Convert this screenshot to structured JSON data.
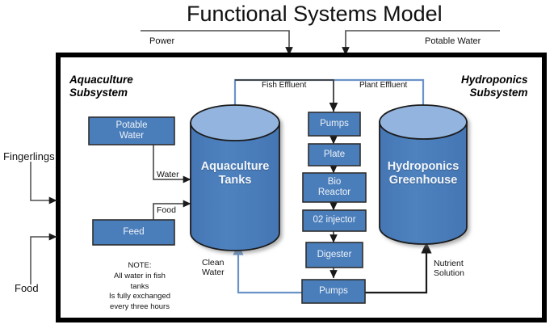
{
  "title": "Functional Systems Model",
  "colors": {
    "box_fill": "#4a7ebb",
    "box_stroke": "#2f2f2f",
    "cylinder_body": "#4a7ebb",
    "cylinder_top": "#92b4de",
    "cylinder_stroke": "#1a1a1a",
    "frame": "#000000",
    "arrow_black": "#1a1a1a",
    "arrow_blue": "#4a7ebb",
    "text_light": "#eef2f8",
    "text_dark": "#111111"
  },
  "external_inputs": [
    {
      "label": "Power",
      "name": "power-input-label"
    },
    {
      "label": "Potable Water",
      "name": "potable-water-input-label"
    },
    {
      "label": "Fingerlings",
      "name": "fingerlings-input-label"
    },
    {
      "label": "Food",
      "name": "food-input-label"
    }
  ],
  "subsystems": [
    {
      "label": "Aquaculture\nSubsystem",
      "name": "aquaculture-subsystem-label"
    },
    {
      "label": "Hydroponics\nSubsystem",
      "name": "hydroponics-subsystem-label"
    }
  ],
  "cylinders": [
    {
      "label": "Aquaculture\nTanks",
      "name": "aquaculture-tanks-node"
    },
    {
      "label": "Hydroponics\nGreenhouse",
      "name": "hydroponics-greenhouse-node"
    }
  ],
  "boxes": [
    {
      "label": "Potable\nWater",
      "name": "potable-water-box"
    },
    {
      "label": "Feed",
      "name": "feed-box"
    },
    {
      "label": "Pumps",
      "name": "pumps-top-box"
    },
    {
      "label": "Plate",
      "name": "plate-box"
    },
    {
      "label": "Bio\nReactor",
      "name": "bio-reactor-box"
    },
    {
      "label": "02 injector",
      "name": "o2-injector-box"
    },
    {
      "label": "Digester",
      "name": "digester-box"
    },
    {
      "label": "Pumps",
      "name": "pumps-bottom-box"
    }
  ],
  "flow_labels": [
    {
      "label": "Fish Effluent",
      "name": "fish-effluent-label"
    },
    {
      "label": "Plant Effluent",
      "name": "plant-effluent-label"
    },
    {
      "label": "Water",
      "name": "water-flow-label"
    },
    {
      "label": "Food",
      "name": "food-flow-label"
    },
    {
      "label": "Clean\nWater",
      "name": "clean-water-label"
    },
    {
      "label": "Nutrient\nSolution",
      "name": "nutrient-solution-label"
    }
  ],
  "note": "NOTE:\nAll water in fish\ntanks\nIs fully exchanged\nevery three hours",
  "chart_data": {
    "type": "diagram",
    "title": "Functional Systems Model",
    "nodes": [
      "Potable Water",
      "Feed",
      "Aquaculture Tanks",
      "Pumps",
      "Plate",
      "Bio Reactor",
      "02 injector",
      "Digester",
      "Pumps",
      "Hydroponics Greenhouse"
    ],
    "edges": [
      {
        "from": "Power",
        "to": "System",
        "label": "Power"
      },
      {
        "from": "Potable Water (external)",
        "to": "System",
        "label": "Potable Water"
      },
      {
        "from": "Fingerlings",
        "to": "Aquaculture Subsystem",
        "label": "Fingerlings"
      },
      {
        "from": "Food",
        "to": "Aquaculture Subsystem",
        "label": "Food"
      },
      {
        "from": "Potable Water",
        "to": "Aquaculture Tanks",
        "label": "Water"
      },
      {
        "from": "Feed",
        "to": "Aquaculture Tanks",
        "label": "Food"
      },
      {
        "from": "Aquaculture Tanks",
        "to": "Pumps",
        "label": "Fish Effluent"
      },
      {
        "from": "Hydroponics Greenhouse",
        "to": "Pumps",
        "label": "Plant Effluent"
      },
      {
        "from": "Pumps",
        "to": "Plate",
        "label": ""
      },
      {
        "from": "Plate",
        "to": "Bio Reactor",
        "label": ""
      },
      {
        "from": "Bio Reactor",
        "to": "02 injector",
        "label": ""
      },
      {
        "from": "02 injector",
        "to": "Digester",
        "label": ""
      },
      {
        "from": "Digester",
        "to": "Pumps (bottom)",
        "label": ""
      },
      {
        "from": "Pumps (bottom)",
        "to": "Aquaculture Tanks",
        "label": "Clean Water"
      },
      {
        "from": "Pumps (bottom)",
        "to": "Hydroponics Greenhouse",
        "label": "Nutrient Solution"
      }
    ]
  }
}
